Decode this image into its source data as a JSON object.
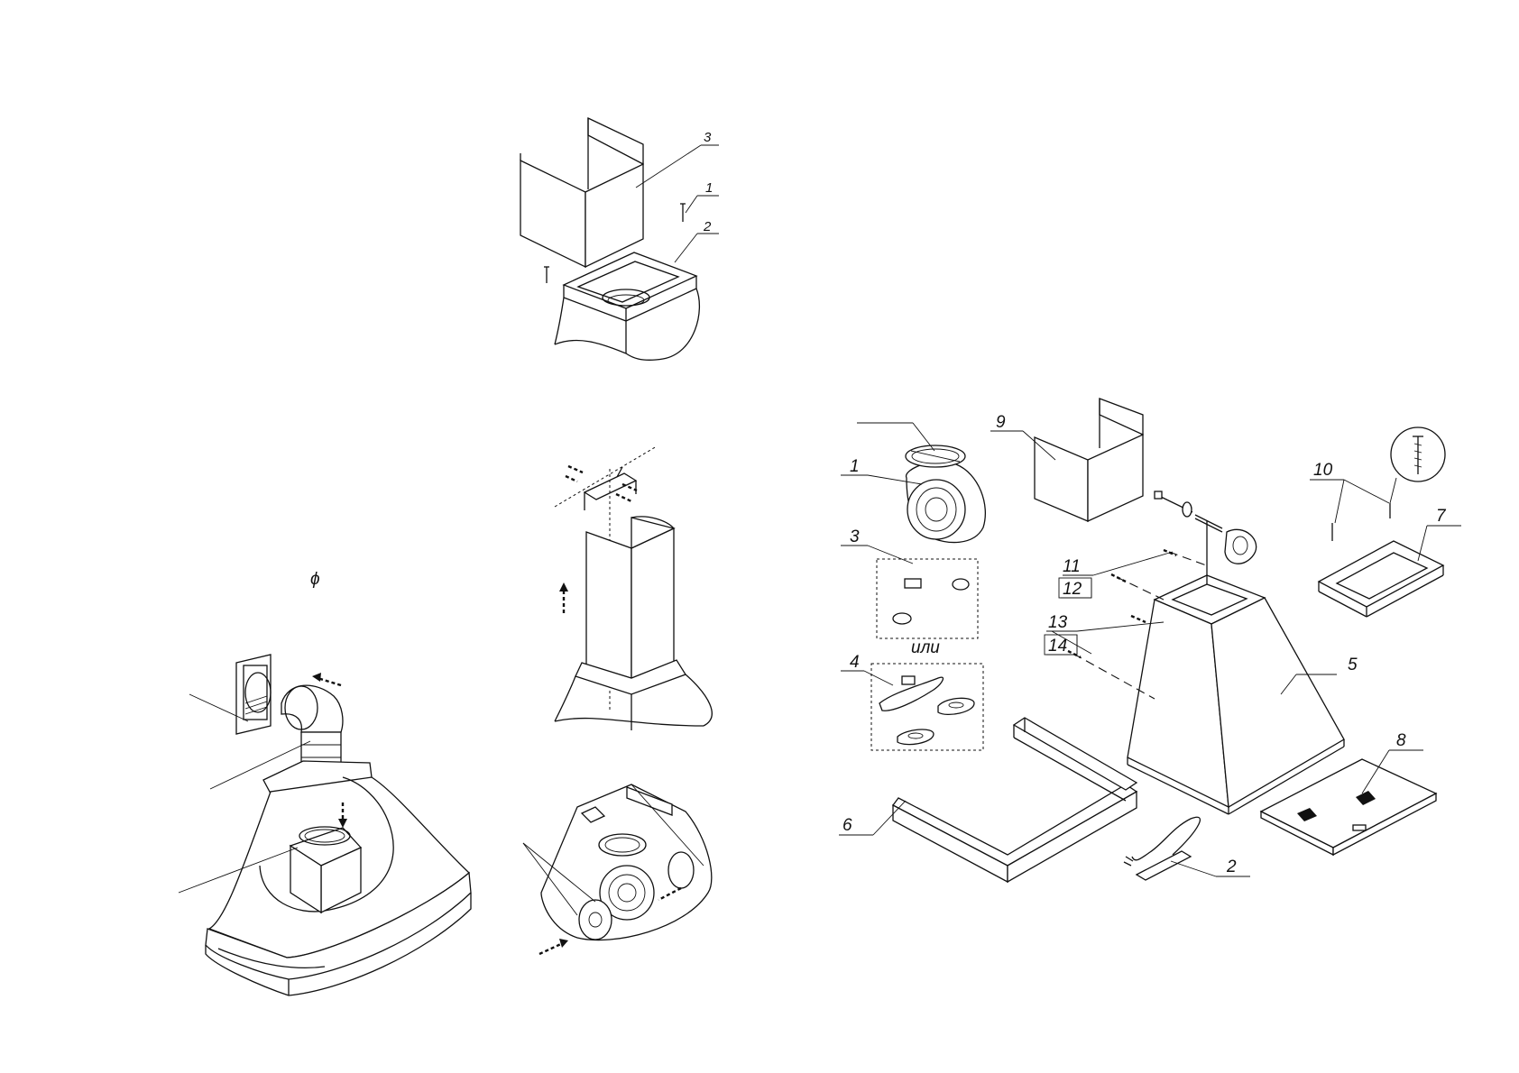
{
  "top_detail": {
    "labels": [
      "3",
      "1",
      "2"
    ]
  },
  "wall_mount_detail": {
    "diameter_symbol": "ϕ"
  },
  "exploded_view": {
    "part_labels": [
      "1",
      "3",
      "4",
      "9",
      "10",
      "7",
      "11",
      "12",
      "13",
      "14",
      "5",
      "6",
      "8",
      "2"
    ],
    "or_text": "или"
  }
}
